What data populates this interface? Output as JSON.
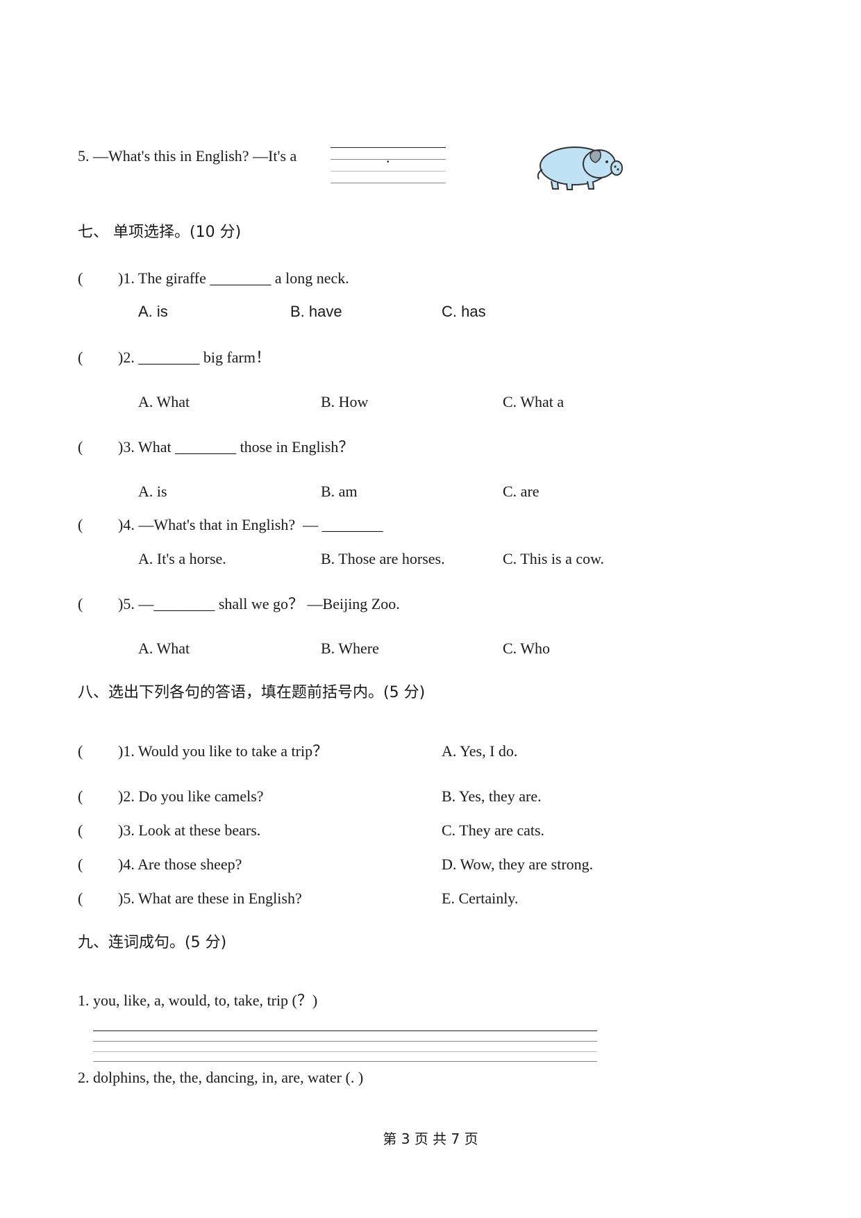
{
  "q6": {
    "item5_text": "5. —What's this in English? —It's a",
    "item5_period": "."
  },
  "section7": {
    "heading": "七、 单项选择。(10 分)",
    "questions": [
      {
        "num": ")1. The giraffe ________ a long neck.",
        "opts": [
          "A. is",
          "B. have",
          "C. has"
        ]
      },
      {
        "num": ")2. ________ big farm！",
        "opts": [
          "A. What",
          "B. How",
          "C. What a"
        ]
      },
      {
        "num": ")3. What ________ those in English？",
        "opts": [
          "A. is",
          "B. am",
          "C. are"
        ]
      },
      {
        "num": ")4. —What's that in English?  — ________",
        "opts": [
          "A. It's a horse.",
          "B. Those are horses.",
          "C. This is a cow."
        ]
      },
      {
        "num": ")5. —________ shall we go？ —Beijing Zoo.",
        "opts": [
          "A. What",
          "B. Where",
          "C. Who"
        ]
      }
    ]
  },
  "section8": {
    "heading": "八、选出下列各句的答语，填在题前括号内。(5 分)",
    "questions": [
      ")1. Would you like to take a trip？",
      ")2. Do you like camels?",
      ")3. Look at these bears.",
      ")4. Are those sheep?",
      ")5. What are these in English?"
    ],
    "answers": [
      "A. Yes, I do.",
      "B. Yes, they are.",
      "C. They are cats.",
      "D. Wow, they are strong.",
      "E. Certainly."
    ]
  },
  "section9": {
    "heading": "九、连词成句。(5 分)",
    "items": [
      "1. you, like, a, would, to, take, trip (？)",
      "2. dolphins, the, the, dancing, in, are, water (. )"
    ]
  },
  "paren": "(",
  "footer": "第 3 页 共 7 页",
  "image_icon": "pig-icon",
  "colors": {
    "pig_fill": "#bfe3f5",
    "pig_stroke": "#333333"
  }
}
